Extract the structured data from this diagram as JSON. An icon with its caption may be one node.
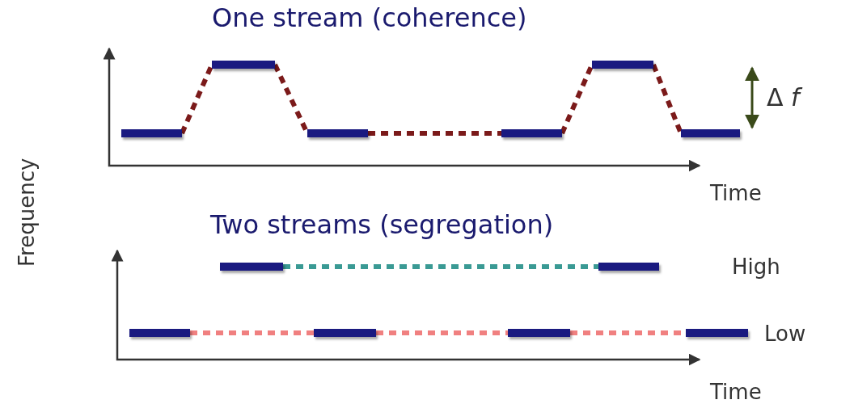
{
  "diagram": {
    "nodes": [
      {
        "text": [],
        "shape": "bar"
      },
      {
        "text": [],
        "shape": "bar"
      },
      {
        "text": [],
        "shape": "bar"
      },
      {
        "text": [],
        "shape": "bar"
      },
      {
        "text": [],
        "shape": "bar"
      },
      {
        "text": [],
        "shape": "bar"
      },
      {
        "text": [],
        "shape": "bar"
      },
      {
        "text": [],
        "shape": "bar"
      },
      {
        "text": [],
        "shape": "bar"
      },
      {
        "text": [],
        "shape": "bar"
      },
      {
        "text": [],
        "shape": "bar"
      },
      {
        "text": [],
        "shape": "bar"
      }
    ],
    "edges": [
      {
        "from": 0,
        "to": 1,
        "arrow": "none",
        "style": "dashed"
      },
      {
        "from": 1,
        "to": 2,
        "arrow": "none",
        "style": "dashed"
      },
      {
        "from": 2,
        "to": 3,
        "arrow": "none",
        "style": "dashed"
      },
      {
        "from": 3,
        "to": 4,
        "arrow": "none",
        "style": "dashed"
      },
      {
        "from": 4,
        "to": 5,
        "arrow": "none",
        "style": "dashed"
      },
      {
        "from": 6,
        "to": 7,
        "arrow": "none",
        "style": "dashed",
        "color": "#3a9a94"
      },
      {
        "from": 8,
        "to": 9,
        "arrow": "none",
        "style": "dashed",
        "color": "#f08080"
      },
      {
        "from": 9,
        "to": 10,
        "arrow": "none",
        "style": "dashed",
        "color": "#f08080"
      },
      {
        "from": 10,
        "to": 11,
        "arrow": "none",
        "style": "dashed",
        "color": "#f08080"
      }
    ],
    "labels": [
      "One stream (coherence)",
      "Δ *f*",
      "Frequency",
      "Time",
      "Two streams (segregation)",
      "High",
      "Low",
      "Time"
    ]
  }
}
